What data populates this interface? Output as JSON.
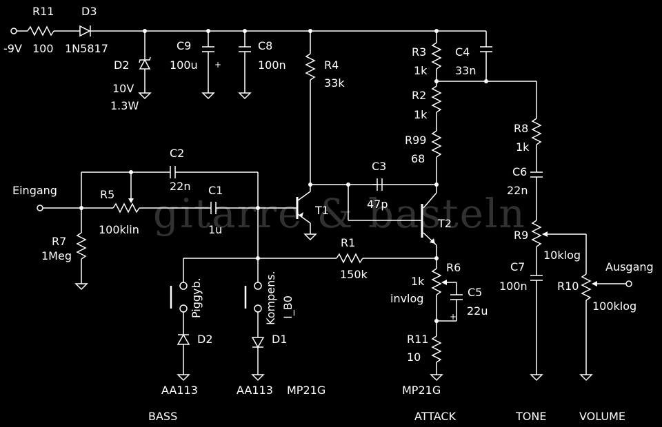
{
  "labels": {
    "r11_top": "R11",
    "r11_top_val": "100",
    "d3": "D3",
    "d3_val": "1N5817",
    "supply": "-9V",
    "d2z": "D2",
    "d2z_v": "10V",
    "d2z_w": "1.3W",
    "c9": "C9",
    "c9_val": "100u",
    "c8": "C8",
    "c8_val": "100n",
    "r4": "R4",
    "r4_val": "33k",
    "r3": "R3",
    "r3_val": "1k",
    "c4": "C4",
    "c4_val": "33n",
    "r2": "R2",
    "r2_val": "1k",
    "r99": "R99",
    "r99_val": "68",
    "r8": "R8",
    "r8_val": "1k",
    "c6": "C6",
    "c6_val": "22n",
    "c2": "C2",
    "c2_val": "22n",
    "c3": "C3",
    "c3_val": "47p",
    "input": "Eingang",
    "r5": "R5",
    "r5_val": "100klin",
    "c1": "C1",
    "c1_val": "1u",
    "t1": "T1",
    "t2": "T2",
    "r7": "R7",
    "r7_val": "1Meg",
    "r9": "R9",
    "r9_val": "10klog",
    "r1": "R1",
    "r1_val": "150k",
    "r6": "R6",
    "r6_val": "1k",
    "r6_taper": "invlog",
    "c5": "C5",
    "c5_val": "22u",
    "c7": "C7",
    "c7_val": "100n",
    "output": "Ausgang",
    "r10": "R10",
    "r10_val": "100klog",
    "sw1": "Piggyb.",
    "sw2": "Kompens.",
    "sw2b": "I_B0",
    "d2": "D2",
    "d1": "D1",
    "r11_bot": "R11",
    "r11_bot_val": "10",
    "d2_type": "AA113",
    "d1_type": "AA113",
    "t1_type": "MP21G",
    "t2_type": "MP21G",
    "bass": "BASS",
    "attack": "ATTACK",
    "tone": "TONE",
    "volume": "VOLUME",
    "plus_c9": "+",
    "plus_c5": "+"
  },
  "watermark": "gitarre & basteln",
  "colors": {
    "background": "#000000",
    "line": "#ffffff",
    "watermark": "#5a5a5a"
  }
}
